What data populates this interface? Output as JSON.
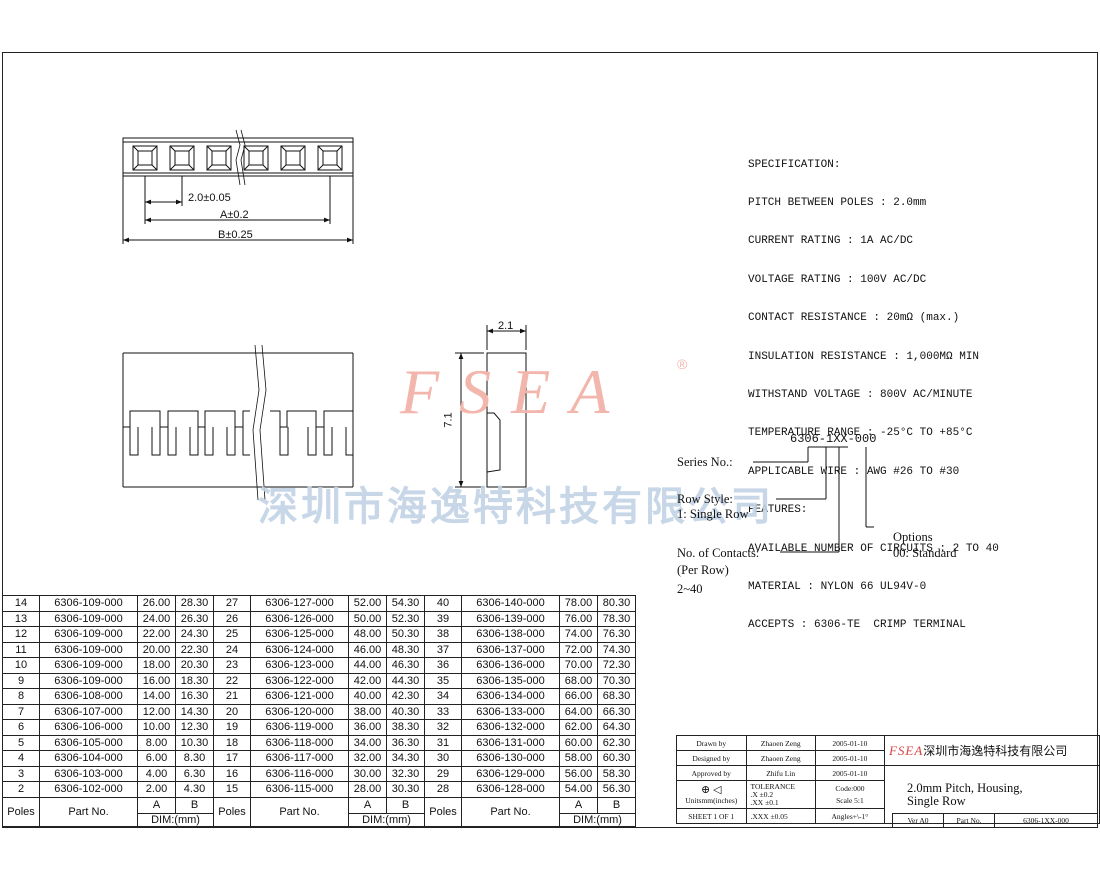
{
  "drawing": {
    "dims": {
      "pitch": "2.0±0.05",
      "a": "A±0.2",
      "b": "B±0.25",
      "depth": "2.1",
      "height": "7.1"
    }
  },
  "specification": [
    "SPECIFICATION:",
    "PITCH BETWEEN POLES : 2.0mm",
    "CURRENT RATING : 1A AC/DC",
    "VOLTAGE RATING : 100V AC/DC",
    "CONTACT RESISTANCE : 20mΩ (max.)",
    "INSULATION RESISTANCE : 1,000MΩ MIN",
    "WITHSTAND VOLTAGE : 800V AC/MINUTE",
    "TEMPERATURE RANGE : -25°C TO +85°C",
    "APPLICABLE WIRE : AWG #26 TO #30",
    "FEATURES:",
    "AVAILABLE NUMBER OF CIRCUITS : 2 TO 40",
    "MATERIAL : NYLON 66 UL94V-0",
    "ACCEPTS : 6306-TE  CRIMP TERMINAL"
  ],
  "watermark": {
    "logo": "FSEA",
    "registered": "®",
    "company_cn": "深圳市海逸特科技有限公司"
  },
  "part_number": {
    "code": "6306-1XX-000",
    "series_label": "Series No.:",
    "row_style_label": "Row Style:",
    "row_style_value": "1: Single Row",
    "contacts_label": "No. of Contacts:",
    "contacts_sub": "(Per Row)",
    "contacts_range": "2~40",
    "options_label": "Options",
    "options_value": "00: Standard"
  },
  "parts_table": {
    "headers": {
      "poles": "Poles",
      "part_no": "Part No.",
      "a": "A",
      "b": "B",
      "dim": "DIM:(mm)"
    },
    "rows": [
      [
        [
          "14",
          "6306-109-000",
          "26.00",
          "28.30"
        ],
        [
          "27",
          "6306-127-000",
          "52.00",
          "54.30"
        ],
        [
          "40",
          "6306-140-000",
          "78.00",
          "80.30"
        ]
      ],
      [
        [
          "13",
          "6306-109-000",
          "24.00",
          "26.30"
        ],
        [
          "26",
          "6306-126-000",
          "50.00",
          "52.30"
        ],
        [
          "39",
          "6306-139-000",
          "76.00",
          "78.30"
        ]
      ],
      [
        [
          "12",
          "6306-109-000",
          "22.00",
          "24.30"
        ],
        [
          "25",
          "6306-125-000",
          "48.00",
          "50.30"
        ],
        [
          "38",
          "6306-138-000",
          "74.00",
          "76.30"
        ]
      ],
      [
        [
          "11",
          "6306-109-000",
          "20.00",
          "22.30"
        ],
        [
          "24",
          "6306-124-000",
          "46.00",
          "48.30"
        ],
        [
          "37",
          "6306-137-000",
          "72.00",
          "74.30"
        ]
      ],
      [
        [
          "10",
          "6306-109-000",
          "18.00",
          "20.30"
        ],
        [
          "23",
          "6306-123-000",
          "44.00",
          "46.30"
        ],
        [
          "36",
          "6306-136-000",
          "70.00",
          "72.30"
        ]
      ],
      [
        [
          "9",
          "6306-109-000",
          "16.00",
          "18.30"
        ],
        [
          "22",
          "6306-122-000",
          "42.00",
          "44.30"
        ],
        [
          "35",
          "6306-135-000",
          "68.00",
          "70.30"
        ]
      ],
      [
        [
          "8",
          "6306-108-000",
          "14.00",
          "16.30"
        ],
        [
          "21",
          "6306-121-000",
          "40.00",
          "42.30"
        ],
        [
          "34",
          "6306-134-000",
          "66.00",
          "68.30"
        ]
      ],
      [
        [
          "7",
          "6306-107-000",
          "12.00",
          "14.30"
        ],
        [
          "20",
          "6306-120-000",
          "38.00",
          "40.30"
        ],
        [
          "33",
          "6306-133-000",
          "64.00",
          "66.30"
        ]
      ],
      [
        [
          "6",
          "6306-106-000",
          "10.00",
          "12.30"
        ],
        [
          "19",
          "6306-119-000",
          "36.00",
          "38.30"
        ],
        [
          "32",
          "6306-132-000",
          "62.00",
          "64.30"
        ]
      ],
      [
        [
          "5",
          "6306-105-000",
          "8.00",
          "10.30"
        ],
        [
          "18",
          "6306-118-000",
          "34.00",
          "36.30"
        ],
        [
          "31",
          "6306-131-000",
          "60.00",
          "62.30"
        ]
      ],
      [
        [
          "4",
          "6306-104-000",
          "6.00",
          "8.30"
        ],
        [
          "17",
          "6306-117-000",
          "32.00",
          "34.30"
        ],
        [
          "30",
          "6306-130-000",
          "58.00",
          "60.30"
        ]
      ],
      [
        [
          "3",
          "6306-103-000",
          "4.00",
          "6.30"
        ],
        [
          "16",
          "6306-116-000",
          "30.00",
          "32.30"
        ],
        [
          "29",
          "6306-129-000",
          "56.00",
          "58.30"
        ]
      ],
      [
        [
          "2",
          "6306-102-000",
          "2.00",
          "4.30"
        ],
        [
          "15",
          "6306-115-000",
          "28.00",
          "30.30"
        ],
        [
          "28",
          "6306-128-000",
          "54.00",
          "56.30"
        ]
      ]
    ]
  },
  "title_block": {
    "drawn_label": "Drawn    by",
    "drawn_name": "Zhaoen Zeng",
    "drawn_date": "2005-01-10",
    "designed_label": "Designed  by",
    "designed_name": "Zhaoen Zeng",
    "designed_date": "2005-01-10",
    "approved_label": "Approved by",
    "approved_name": "Zhifu Lin",
    "approved_date": "2005-01-10",
    "company_logo": "FSEA",
    "company_name": "深圳市海逸特科技有限公司",
    "units_label": "Unitsmm(inches)",
    "tolerance_title": "TOLERANCE",
    "tol_x": ".X      ±0.2",
    "tol_xx": ".XX     ±0.1",
    "tol_xxx": ".XXX   ±0.05",
    "code": "Code:000",
    "scale": "Scale  5:1",
    "angles": "Angles+\\-1°",
    "sheet": "SHEET  1  OF  1",
    "description_l1": "2.0mm  Pitch,  Housing,",
    "description_l2": "Single  Row",
    "version": "Ver A0",
    "part_no_label": "Part No.",
    "part_no_value": "6306-1XX-000"
  }
}
